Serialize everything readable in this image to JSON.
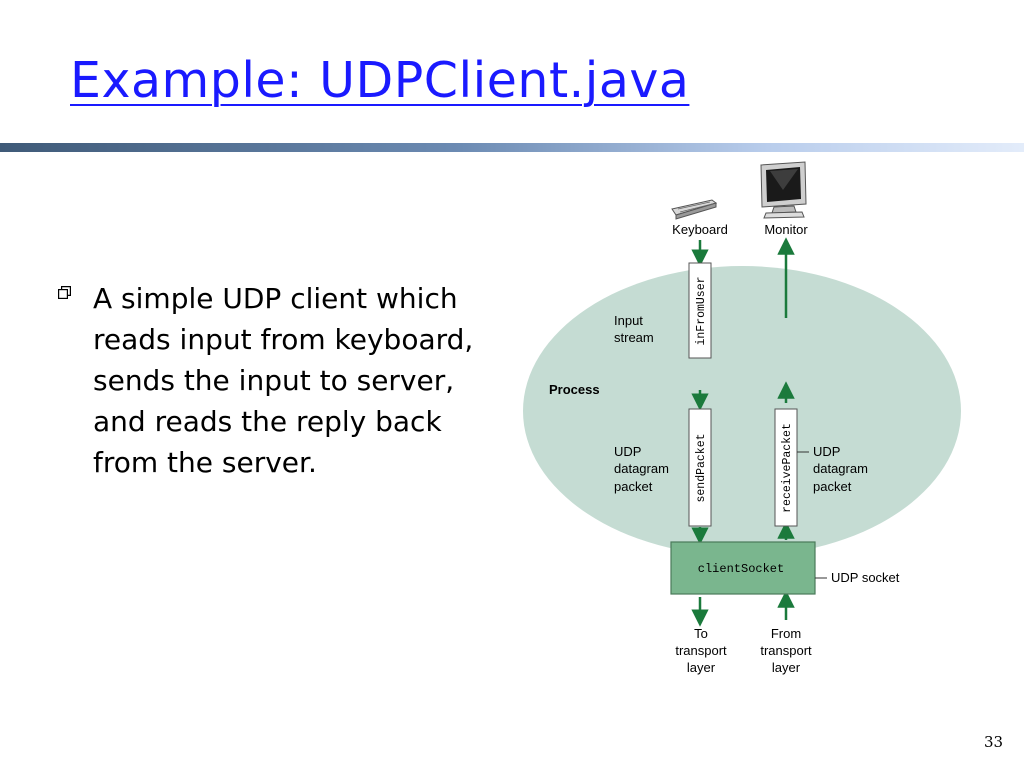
{
  "slide": {
    "title": "Example: UDPClient.java",
    "bullet": "A simple UDP client which reads input from keyboard, sends the input to server, and reads the reply back from the server.",
    "page_number": "33"
  },
  "diagram": {
    "keyboard_label": "Keyboard",
    "monitor_label": "Monitor",
    "input_stream_label": [
      "Input",
      "stream"
    ],
    "process_label": "Process",
    "in_from_user": "inFromUser",
    "send_packet": "sendPacket",
    "receive_packet": "receivePacket",
    "udp_packet_left": [
      "UDP",
      "datagram",
      "packet"
    ],
    "udp_packet_right": [
      "UDP",
      "datagram",
      "packet"
    ],
    "client_socket": "clientSocket",
    "udp_socket_label": "UDP socket",
    "to_transport": [
      "To",
      "transport",
      "layer"
    ],
    "from_transport": [
      "From",
      "transport",
      "layer"
    ],
    "colors": {
      "process_oval": "#c5dcd3",
      "socket_box": "#7ab68e",
      "arrow": "#1b7a3c",
      "title": "#1a1aff"
    },
    "icons": [
      "keyboard-icon",
      "monitor-icon"
    ]
  }
}
